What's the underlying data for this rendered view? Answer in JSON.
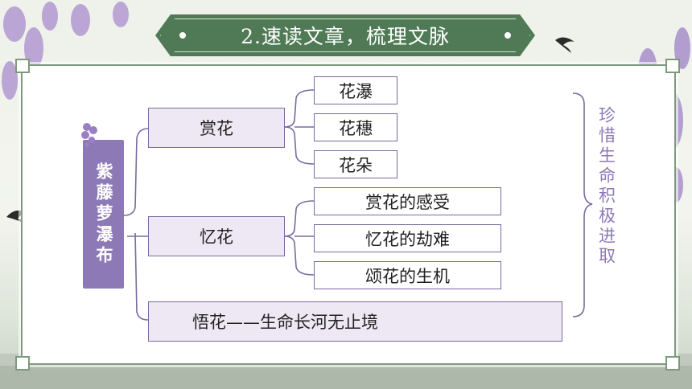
{
  "banner": {
    "title": "2.速读文章，梳理文脉"
  },
  "root": {
    "label": "紫藤萝瀑布"
  },
  "branches": {
    "b1": {
      "label": "赏花",
      "children": [
        "花瀑",
        "花穗",
        "花朵"
      ]
    },
    "b2": {
      "label": "忆花",
      "children": [
        "赏花的感受",
        "忆花的劫难",
        "颂花的生机"
      ]
    },
    "b3": {
      "label": "悟花——生命长河无止境"
    }
  },
  "conclusion": {
    "text": "珍惜生命积极进取"
  },
  "colors": {
    "accent": "#8e79b7",
    "banner": "#4f7a55",
    "border": "#7e9a7c",
    "node_border": "#7a6a9e"
  }
}
